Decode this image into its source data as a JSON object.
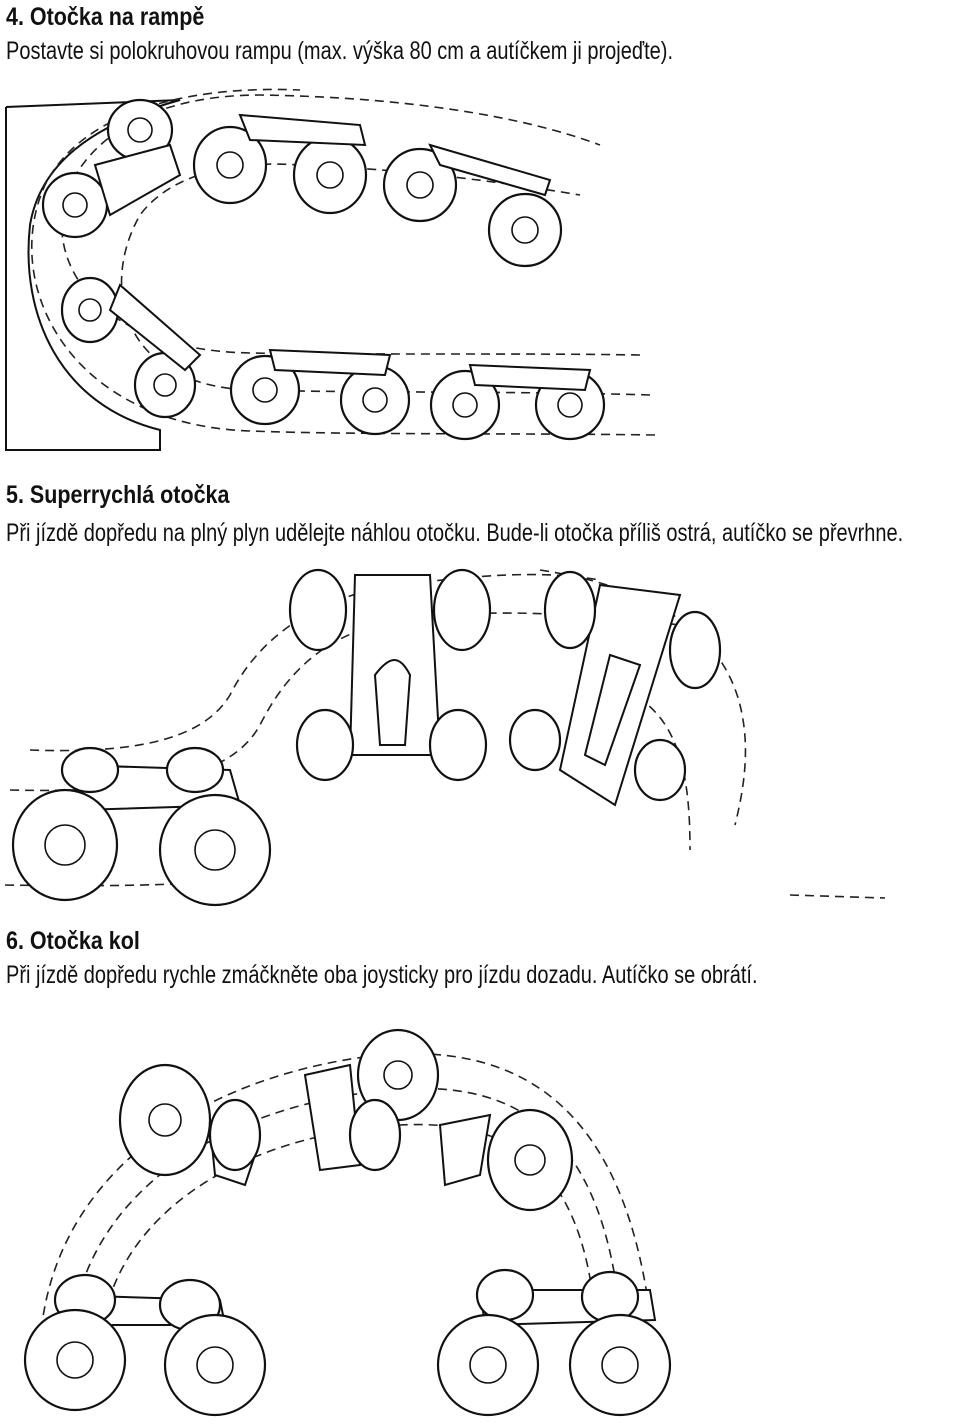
{
  "sections": [
    {
      "heading": "4. Otočka na rampě",
      "text": "Postavte si polokruhovou rampu (max. výška 80 cm a autíčkem ji projeďte)."
    },
    {
      "heading": "5. Superrychlá otočka",
      "text": "Při jízdě dopředu na plný plyn udělejte náhlou otočku. Bude-li otočka příliš ostrá, autíčko se převrhne."
    },
    {
      "heading": "6. Otočka kol",
      "text": "Při jízdě dopředu rychle zmáčkněte oba joysticky pro jízdu dozadu. Autíčko se obrátí."
    }
  ],
  "icons": [
    "ramp-illustration",
    "fast-turn-illustration",
    "wheel-turn-illustration"
  ]
}
